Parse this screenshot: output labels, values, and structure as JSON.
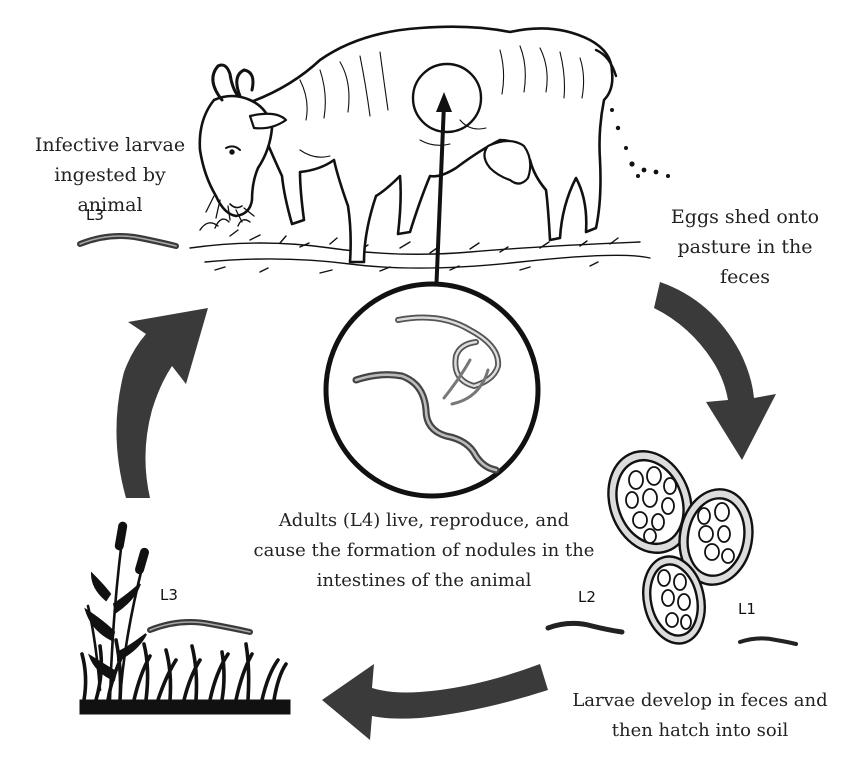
{
  "captions": {
    "ingest": [
      "Infective larvae",
      "ingested by animal"
    ],
    "shed": [
      "Eggs shed onto",
      "pasture in the",
      "feces"
    ],
    "adults": [
      "Adults (L4) live, reproduce, and",
      "cause the formation of nodules in the",
      "intestines of the animal"
    ],
    "develop": [
      "Larvae develop in feces and",
      "then hatch into soil"
    ]
  },
  "stage_labels": {
    "top_left": "L3",
    "grass": "L3",
    "l2": "L2",
    "l1": "L1"
  },
  "icons": {
    "host": "goat-illustration",
    "adult_worms": "magnified-adult-worms",
    "eggs": "parasite-eggs",
    "vegetation": "grass-and-cattail",
    "cycle_arrows": "curved-arrows"
  },
  "colors": {
    "arrow": "#3a3a3a",
    "ink": "#111111",
    "egg_fill": "#dcdcdc"
  }
}
